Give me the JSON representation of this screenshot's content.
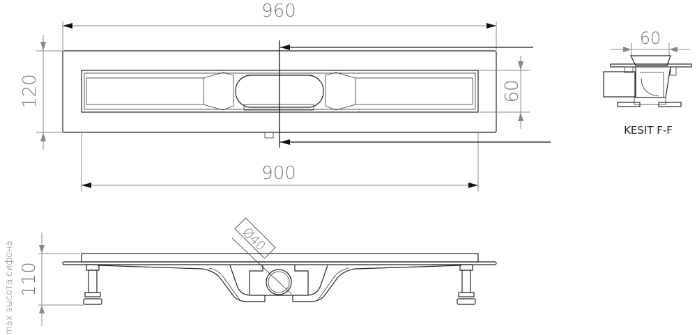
{
  "top_view": {
    "dim_overall_length": "960",
    "dim_overall_width": "120",
    "dim_grate_length": "900",
    "dim_grate_width": "60"
  },
  "side_view": {
    "dim_height": "110",
    "height_note": "max высота сифона",
    "dim_outlet_diameter": "Ø40"
  },
  "section_view": {
    "dim_width": "60",
    "caption": "KESIT F-F"
  },
  "colors": {
    "line": "#222222",
    "dimension": "#888888",
    "text": "#777777"
  }
}
